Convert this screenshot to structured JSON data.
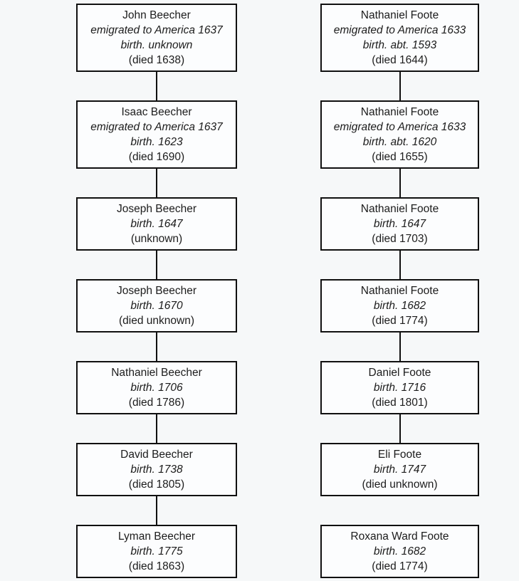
{
  "page": {
    "background_color": "#f6f8f9",
    "box_fill_color": "#fcfdfe",
    "box_border_color": "#101010",
    "connector_color": "#101010",
    "text_color": "#1c1c1c"
  },
  "tree": {
    "columns": [
      {
        "id": "beecher-lineage",
        "persons": [
          {
            "name": "John Beecher",
            "emigration": "emigrated to America 1637",
            "birth": "birth. unknown",
            "death": "(died 1638)",
            "connector_below": true
          },
          {
            "name": "Isaac Beecher",
            "emigration": "emigrated to America 1637",
            "birth": "birth. 1623",
            "death": "(died 1690)",
            "connector_below": true
          },
          {
            "name": "Joseph Beecher",
            "emigration": null,
            "birth": "birth. 1647",
            "death": "(unknown)",
            "connector_below": true
          },
          {
            "name": "Joseph Beecher",
            "emigration": null,
            "birth": "birth. 1670",
            "death": "(died unknown)",
            "connector_below": true
          },
          {
            "name": "Nathaniel Beecher",
            "emigration": null,
            "birth": "birth. 1706",
            "death": "(died 1786)",
            "connector_below": true
          },
          {
            "name": "David Beecher",
            "emigration": null,
            "birth": "birth. 1738",
            "death": "(died 1805)",
            "connector_below": true
          },
          {
            "name": "Lyman Beecher",
            "emigration": null,
            "birth": "birth. 1775",
            "death": "(died 1863)",
            "connector_below": false
          }
        ]
      },
      {
        "id": "foote-lineage",
        "persons": [
          {
            "name": "Nathaniel Foote",
            "emigration": "emigrated to America 1633",
            "birth": "birth. abt. 1593",
            "death": "(died 1644)",
            "connector_below": true
          },
          {
            "name": "Nathaniel Foote",
            "emigration": "emigrated to America 1633",
            "birth": "birth. abt. 1620",
            "death": "(died 1655)",
            "connector_below": true
          },
          {
            "name": "Nathaniel Foote",
            "emigration": null,
            "birth": "birth. 1647",
            "death": "(died 1703)",
            "connector_below": true
          },
          {
            "name": "Nathaniel Foote",
            "emigration": null,
            "birth": "birth. 1682",
            "death": "(died 1774)",
            "connector_below": true
          },
          {
            "name": "Daniel Foote",
            "emigration": null,
            "birth": "birth. 1716",
            "death": "(died 1801)",
            "connector_below": true
          },
          {
            "name": "Eli Foote",
            "emigration": null,
            "birth": "birth. 1747",
            "death": "(died unknown)",
            "connector_below": false
          },
          {
            "name": "Roxana Ward Foote",
            "emigration": null,
            "birth": "birth. 1682",
            "death": "(died 1774)",
            "connector_below": false
          }
        ]
      }
    ]
  }
}
